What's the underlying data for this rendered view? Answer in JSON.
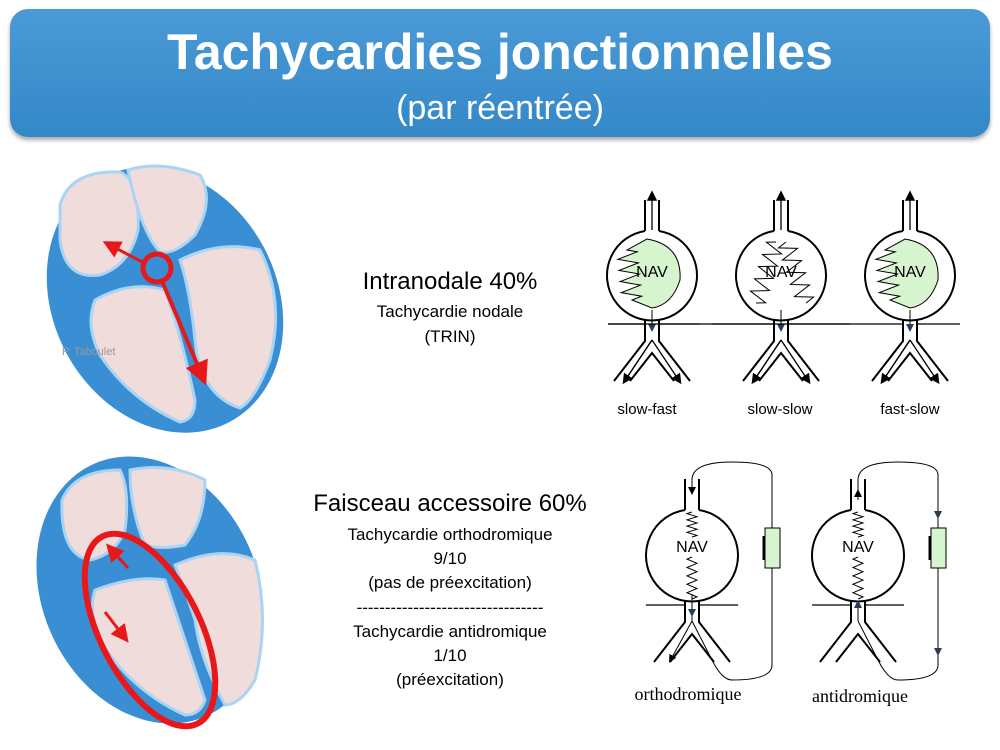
{
  "header": {
    "title": "Tachycardies jonctionnelles",
    "subtitle": "(par réentrée)"
  },
  "credit": "P. Taboulet",
  "intranodal": {
    "heading": "Intranodale 40%",
    "line1": "Tachycardie nodale",
    "line2": "(TRIN)"
  },
  "accessory": {
    "heading": "Faisceau accessoire 60%",
    "lines": [
      "Tachycardie orthodromique",
      "9/10",
      "(pas de préexcitation)",
      "---------------------------------",
      "Tachycardie antidromique",
      "1/10",
      "(préexcitation)"
    ]
  },
  "node_label": "NAV",
  "nodal_types": [
    "slow-fast",
    "slow-slow",
    "fast-slow"
  ],
  "pathway_types": [
    "orthodromique",
    "antidromique"
  ],
  "colors": {
    "header": "#3d8fd0",
    "heart": "#3a8ed3",
    "chamber": "#f1dcdc",
    "circuit": "#e8181a",
    "node_fill": "#d6f5cf"
  }
}
